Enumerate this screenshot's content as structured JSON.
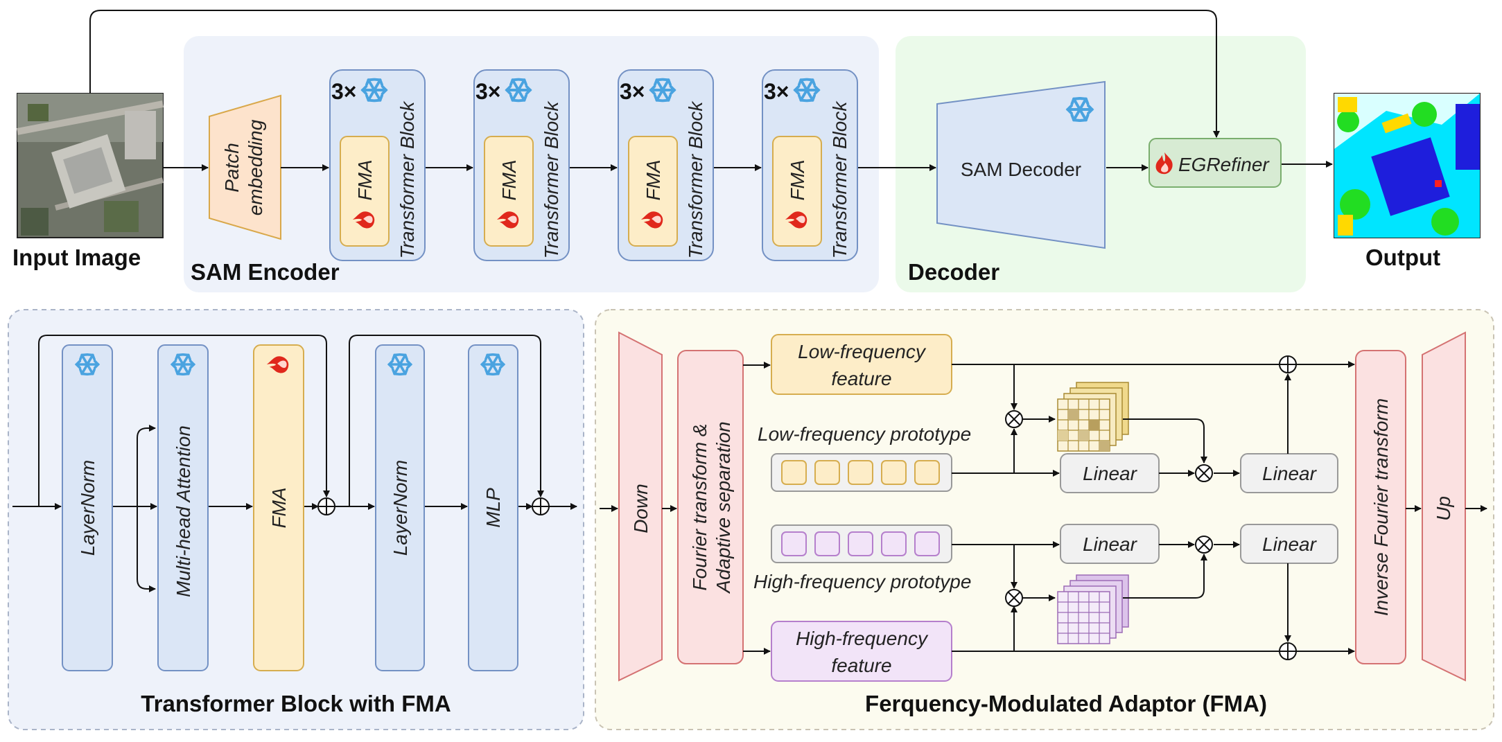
{
  "top": {
    "input_label": "Input Image",
    "output_label": "Output",
    "patch_embedding": [
      "Patch",
      "embedding"
    ],
    "encoder_label": "SAM Encoder",
    "decoder_label": "Decoder",
    "sam_decoder": "SAM Decoder",
    "egrefiner": "EGRefiner",
    "blocks": [
      {
        "mult": "3×",
        "name": "Transformer Block",
        "fma": "FMA"
      },
      {
        "mult": "3×",
        "name": "Transformer Block",
        "fma": "FMA"
      },
      {
        "mult": "3×",
        "name": "Transformer Block",
        "fma": "FMA"
      },
      {
        "mult": "3×",
        "name": "Transformer Block",
        "fma": "FMA"
      }
    ]
  },
  "transformer_panel": {
    "title": "Transformer Block with FMA",
    "layers": [
      {
        "label": "LayerNorm",
        "icon": "snowflake-icon"
      },
      {
        "label": "Multi-head Attention",
        "icon": "snowflake-icon"
      },
      {
        "label": "FMA",
        "icon": "flame-icon"
      },
      {
        "label": "LayerNorm",
        "icon": "snowflake-icon"
      },
      {
        "label": "MLP",
        "icon": "snowflake-icon"
      }
    ]
  },
  "fma_panel": {
    "title": "Ferquency-Modulated Adaptor (FMA)",
    "down": "Down",
    "up": "Up",
    "fourier": [
      "Fourier transform &",
      "Adaptive separation"
    ],
    "inverse": "Inverse Fourier transform",
    "low_feature": [
      "Low-frequency",
      "feature"
    ],
    "high_feature": [
      "High-frequency",
      "feature"
    ],
    "low_prototype": "Low-frequency prototype",
    "high_prototype": "High-frequency prototype",
    "linear": "Linear"
  },
  "colors": {
    "encoder_bg": "#eef2fa",
    "decoder_bg": "#ebfaea",
    "block_fill": "#dbe6f6",
    "block_stroke": "#7391c4",
    "fma_fill": "#fdedc8",
    "fma_stroke": "#d6ad4f",
    "patch_fill": "#fde3cc",
    "egrefiner_fill": "#d7ebd3",
    "pink_fill": "#fbe1e1",
    "pink_stroke": "#d47272",
    "purple_fill": "#f2e4f8",
    "flame": "#e0281c",
    "snow": "#4aa3e0"
  }
}
